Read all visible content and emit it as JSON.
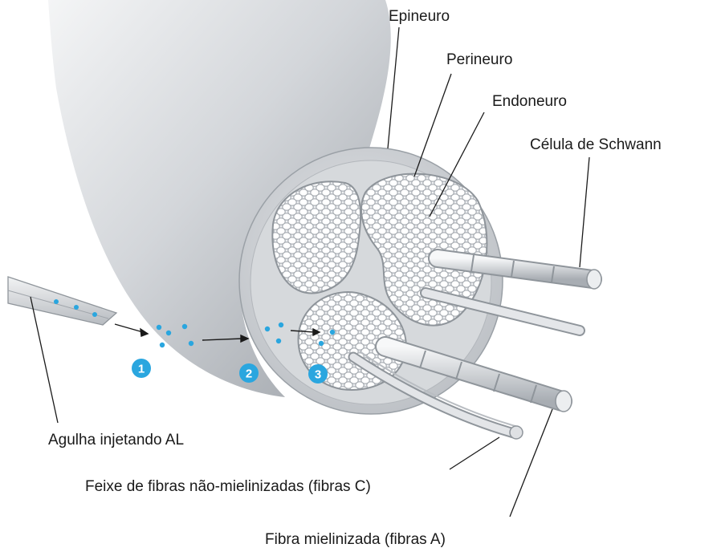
{
  "labels": {
    "epineuro": "Epineuro",
    "perineuro": "Perineuro",
    "endoneuro": "Endoneuro",
    "schwann": "Célula de Schwann",
    "agulha": "Agulha injetando AL",
    "feixe": "Feixe de fibras não-mielinizadas (fibras C)",
    "fibra": "Fibra mielinizada (fibras A)"
  },
  "steps": [
    "1",
    "2",
    "3"
  ],
  "colors": {
    "accent": "#2aa6df",
    "nerve": "#c9ccd0",
    "fascicle": "#e9ebee",
    "text": "#1a1a1a"
  }
}
